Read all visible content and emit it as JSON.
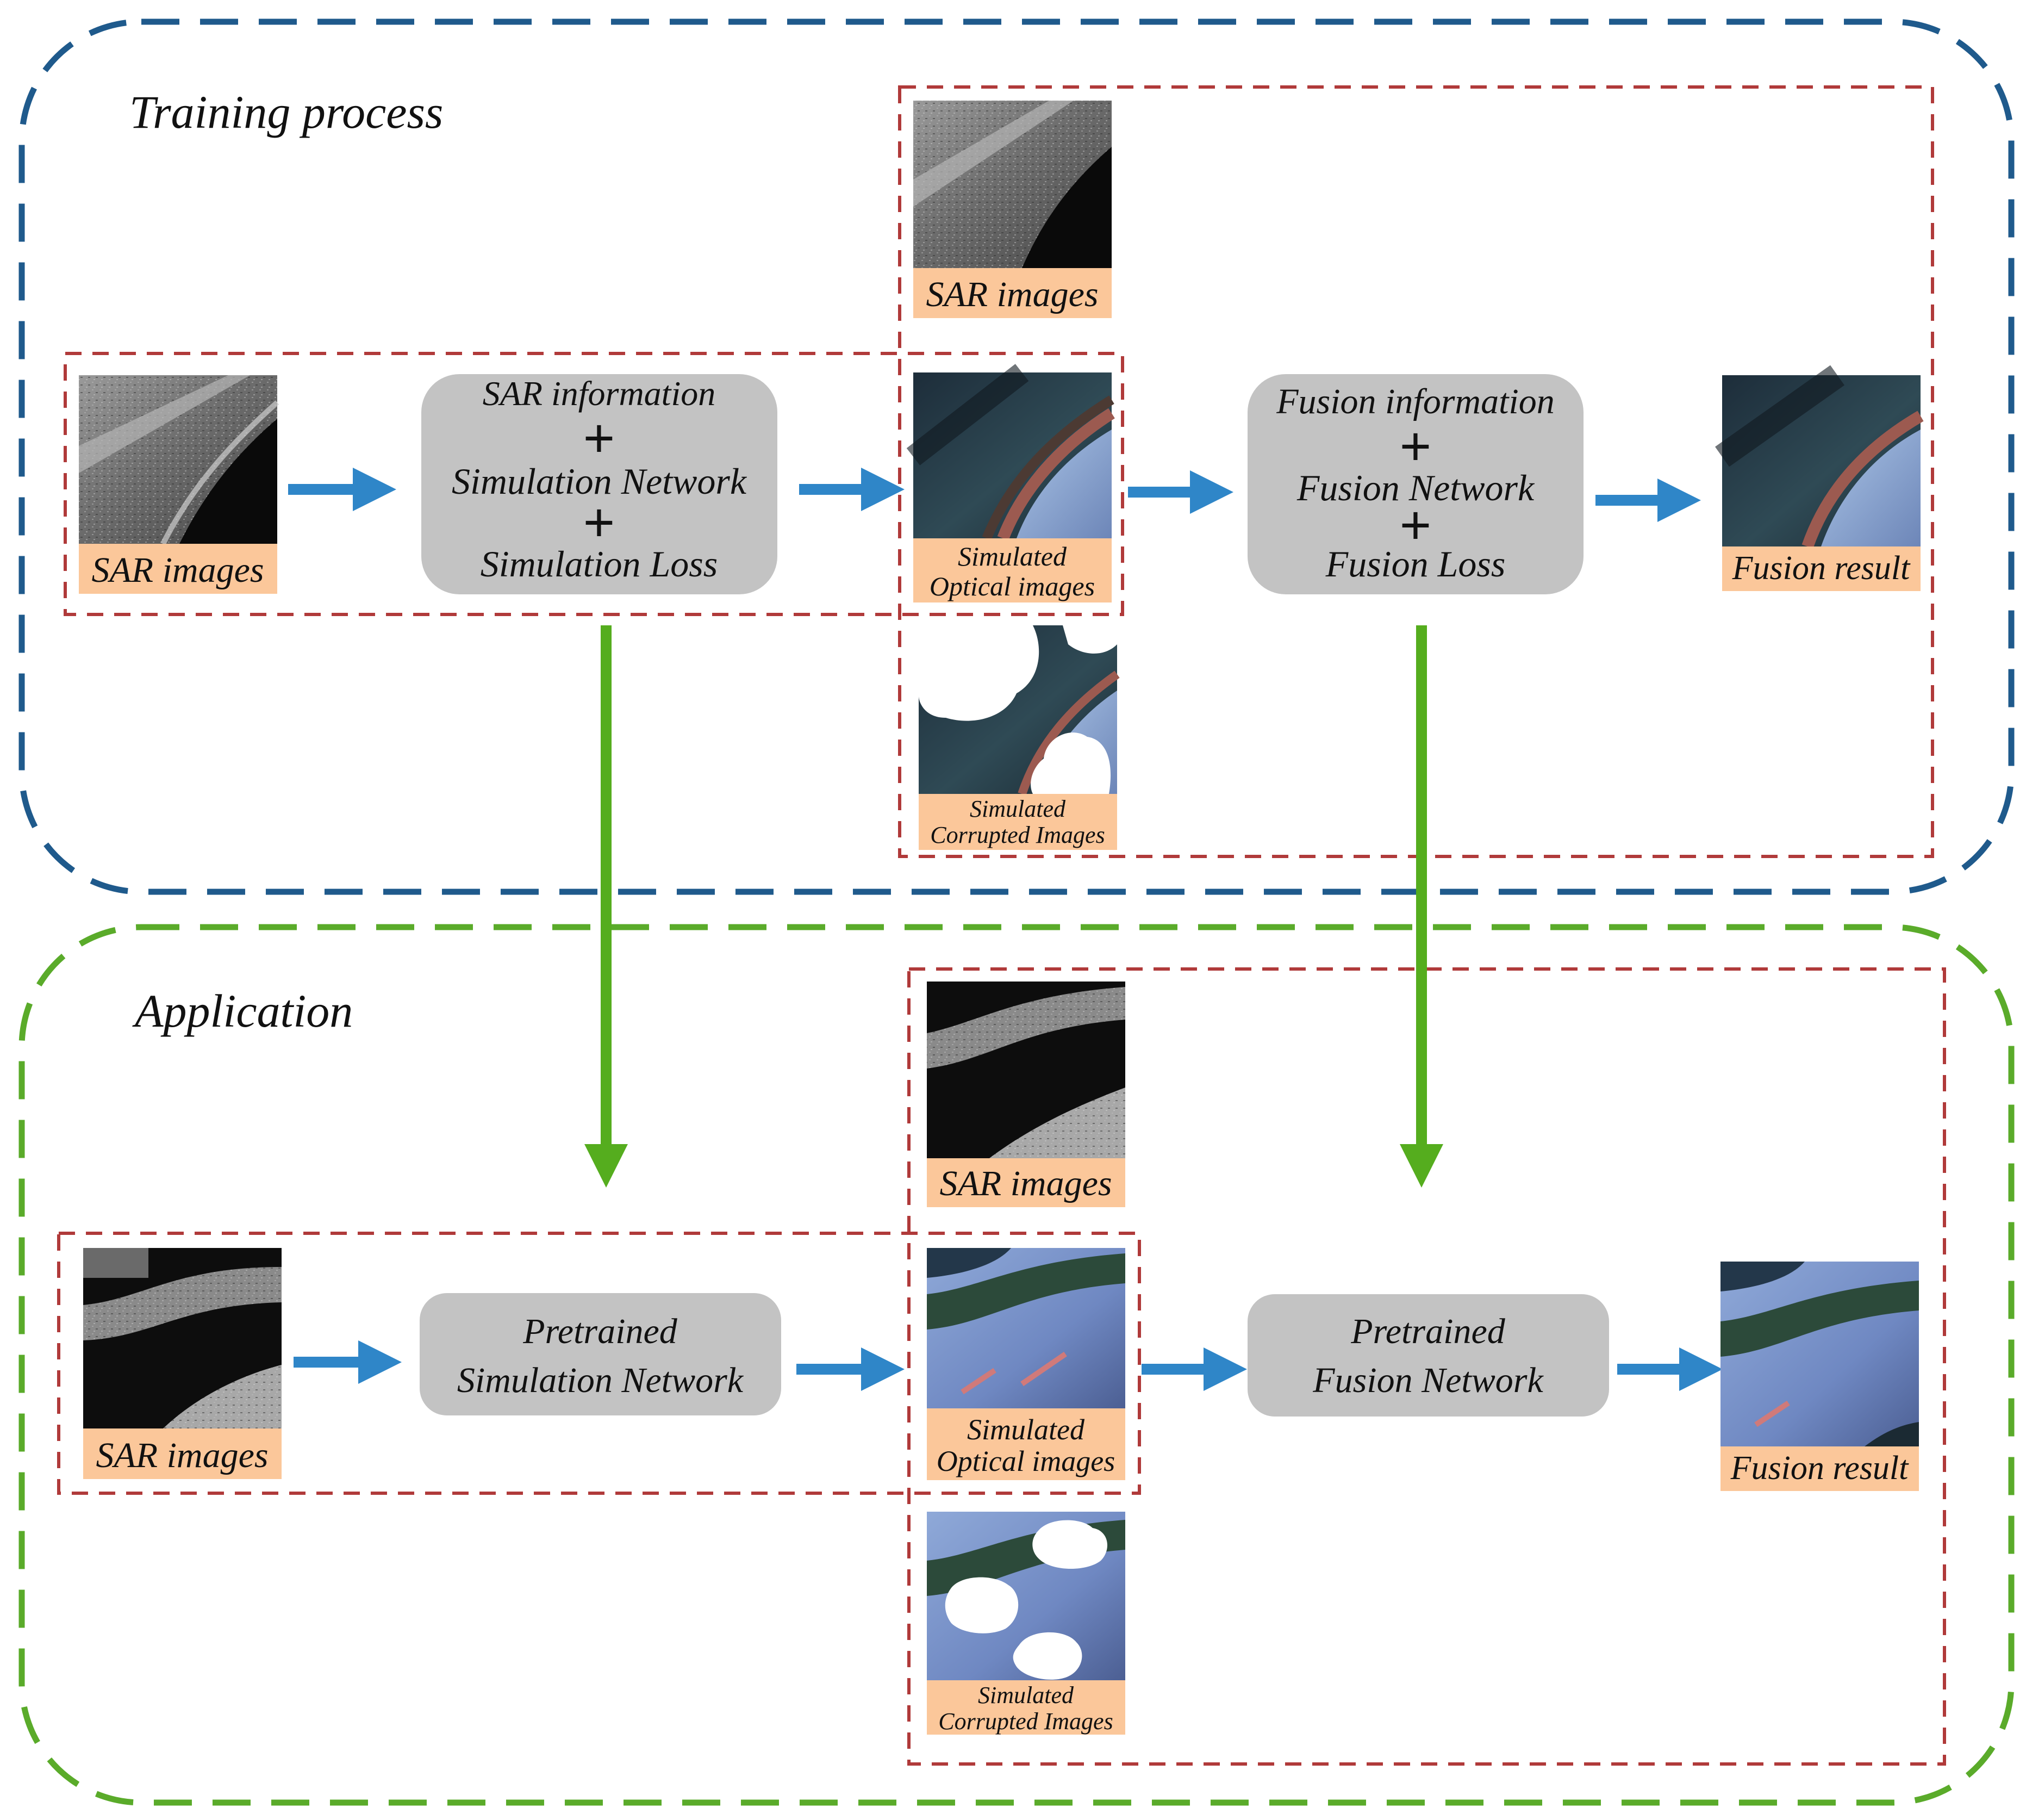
{
  "training": {
    "title": "Training process",
    "sar_images_label": "SAR images",
    "sim_box": {
      "line1": "SAR information",
      "line2": "Simulation Network",
      "line3": "Simulation Loss"
    },
    "top_sar_label": "SAR images",
    "simulated_optical_label": {
      "line1": "Simulated",
      "line2": "Optical images"
    },
    "simulated_corrupted_label": {
      "line1": "Simulated",
      "line2": "Corrupted Images"
    },
    "fusion_box": {
      "line1": "Fusion information",
      "line2": "Fusion Network",
      "line3": "Fusion Loss"
    },
    "fusion_result_label": "Fusion result"
  },
  "application": {
    "title": "Application",
    "sar_images_label": "SAR images",
    "sim_box": {
      "line1": "Pretrained",
      "line2": "Simulation Network"
    },
    "top_sar_label": "SAR images",
    "simulated_optical_label": {
      "line1": "Simulated",
      "line2": "Optical images"
    },
    "simulated_corrupted_label": {
      "line1": "Simulated",
      "line2": "Corrupted Images"
    },
    "fusion_box": {
      "line1": "Pretrained",
      "line2": "Fusion Network"
    },
    "fusion_result_label": "Fusion result"
  },
  "colors": {
    "training_border": "#1f5a8c",
    "application_border": "#5aab2a",
    "group_border": "#b03a3a",
    "flow_arrow": "#2f86c8",
    "transfer_arrow": "#55ad1e",
    "label_bg": "#fbc79a",
    "box_bg": "#c3c3c3"
  }
}
